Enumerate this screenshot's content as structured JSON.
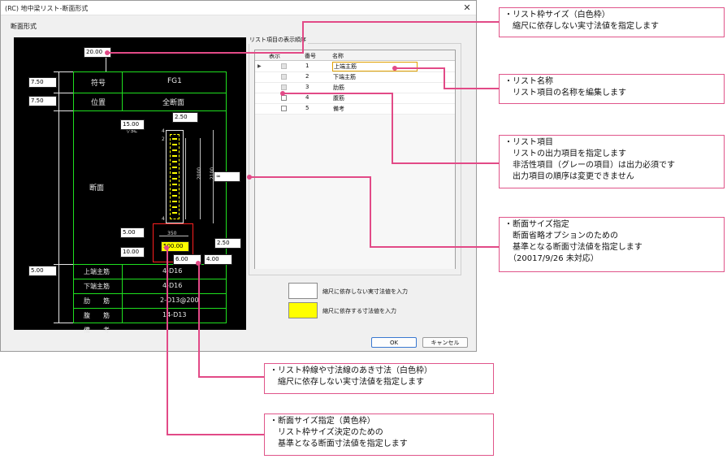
{
  "dialog": {
    "title": "(RC) 地中梁リスト-断面形式",
    "close_glyph": "✕",
    "section_label": "断面形式",
    "ok_label": "OK",
    "cancel_label": "キャンセル"
  },
  "canvas": {
    "frame_size": "20.00",
    "row_height_1": "7.50",
    "row_height_2": "7.50",
    "bottom_height": "5.00",
    "label_symbol": "符号",
    "value_symbol": "FG1",
    "label_position": "位置",
    "value_position": "全断面",
    "label_section": "断面",
    "section_dim_15": "15.00",
    "section_dim_250a": "2.50",
    "section_dim_inf": "∞",
    "section_dim_5": "5.00",
    "section_dim_10": "10.00",
    "section_dim_500": "500.00",
    "section_dim_250b": "2.50",
    "section_dim_6": "6.00",
    "section_dim_4": "4.00",
    "level_mark": "▽SL",
    "drawing_dim_350": "350",
    "drawing_dim_2000": "2000",
    "drawing_dim_2100": "2100",
    "drawing_dim_4a": "4",
    "drawing_dim_4b": "4",
    "drawing_dim_2": "2",
    "rows": [
      {
        "label": "上端主筋",
        "value": "4-D16"
      },
      {
        "label": "下端主筋",
        "value": "4-D16"
      },
      {
        "label": "肋　　筋",
        "value": "2-D13@200"
      },
      {
        "label": "腹　　筋",
        "value": "14-D13"
      },
      {
        "label": "備　　考",
        "value": ""
      }
    ]
  },
  "list": {
    "caption": "リスト項目の表示順序",
    "headers": {
      "show": "表示",
      "number": "番号",
      "name": "名称"
    },
    "current_row_marker": "▶",
    "items": [
      {
        "number": "1",
        "name": "上端主筋",
        "enabled": false
      },
      {
        "number": "2",
        "name": "下端主筋",
        "enabled": false
      },
      {
        "number": "3",
        "name": "肋筋",
        "enabled": false
      },
      {
        "number": "4",
        "name": "腹筋",
        "enabled": true
      },
      {
        "number": "5",
        "name": "備考",
        "enabled": true
      }
    ]
  },
  "legend": {
    "white_label": "縮尺に依存しない実寸法値を入力",
    "yellow_label": "縮尺に依存する寸法値を入力"
  },
  "callouts": {
    "frame_size": [
      "・リスト枠サイズ（白色枠）",
      "　縮尺に依存しない実寸法値を指定します"
    ],
    "list_name": [
      "・リスト名称",
      "　リスト項目の名称を編集します"
    ],
    "list_items": [
      "・リスト項目",
      "　リストの出力項目を指定します",
      "　非活性項目（グレーの項目）は出力必須です",
      "　出力項目の順序は変更できません"
    ],
    "section_size": [
      "・断面サイズ指定",
      "　断面省略オプションのための",
      "　基準となる断面寸法値を指定します",
      "　（20017/9/26 未対応）"
    ],
    "gap_size": [
      "・リスト枠線や寸法線のあき寸法（白色枠）",
      "　縮尺に依存しない実寸法値を指定します"
    ],
    "section_size_yellow": [
      "・断面サイズ指定（黄色枠）",
      "　リスト枠サイズ決定のための",
      "　基準となる断面寸法値を指定します"
    ]
  },
  "colors": {
    "accent": "#e24a87",
    "canvas_bg": "#000000",
    "frame_line": "#1fe01f",
    "yellow_field": "#ffff00"
  }
}
